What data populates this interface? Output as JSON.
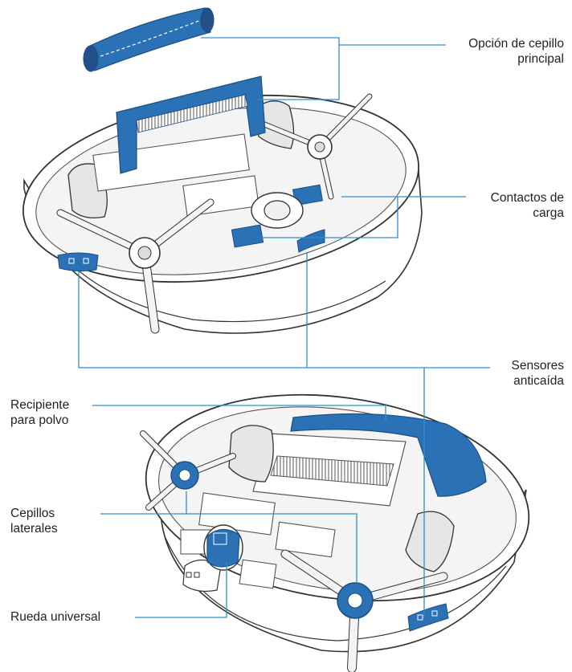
{
  "labels": {
    "main_brush": [
      "Opción de cepillo",
      "principal"
    ],
    "charging_contacts": [
      "Contactos de",
      "carga"
    ],
    "cliff_sensors": [
      "Sensores",
      "anticaída"
    ],
    "dust_bin": [
      "Recipiente",
      "para polvo"
    ],
    "side_brushes": [
      "Cepillos",
      "laterales"
    ],
    "universal_wheel": [
      "Rueda universal"
    ]
  },
  "colors": {
    "accent": "#2a72b5",
    "line": "#2f8ed0",
    "outline": "#333333",
    "body": "#ffffff",
    "shade": "#f0f0f0"
  }
}
